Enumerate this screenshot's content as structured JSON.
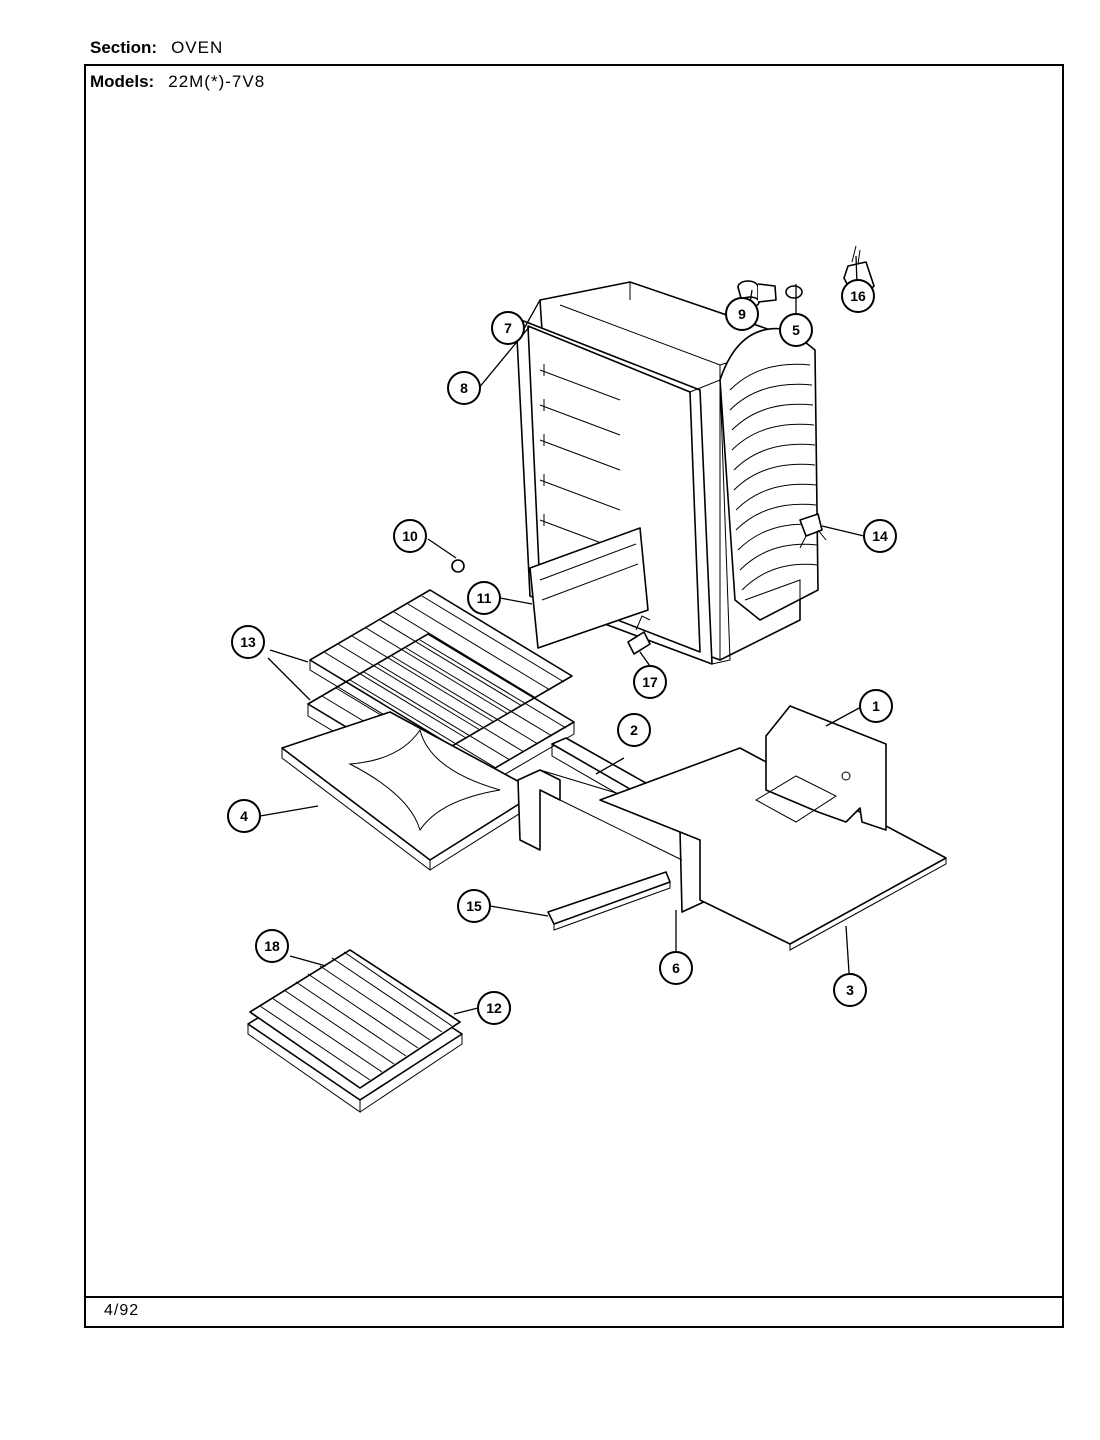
{
  "header": {
    "section_label": "Section:",
    "section_value": "OVEN",
    "models_label": "Models:",
    "models_value": "22M(*)-7V8"
  },
  "footer": {
    "date": "4/92"
  },
  "callouts": [
    {
      "id": "1",
      "label": "1"
    },
    {
      "id": "2",
      "label": "2"
    },
    {
      "id": "3",
      "label": "3"
    },
    {
      "id": "4",
      "label": "4"
    },
    {
      "id": "5",
      "label": "5"
    },
    {
      "id": "6",
      "label": "6"
    },
    {
      "id": "7",
      "label": "7"
    },
    {
      "id": "8",
      "label": "8"
    },
    {
      "id": "9",
      "label": "9"
    },
    {
      "id": "10",
      "label": "10"
    },
    {
      "id": "11",
      "label": "11"
    },
    {
      "id": "12",
      "label": "12"
    },
    {
      "id": "13",
      "label": "13"
    },
    {
      "id": "14",
      "label": "14"
    },
    {
      "id": "15",
      "label": "15"
    },
    {
      "id": "16",
      "label": "16"
    },
    {
      "id": "17",
      "label": "17"
    },
    {
      "id": "18",
      "label": "18"
    }
  ]
}
